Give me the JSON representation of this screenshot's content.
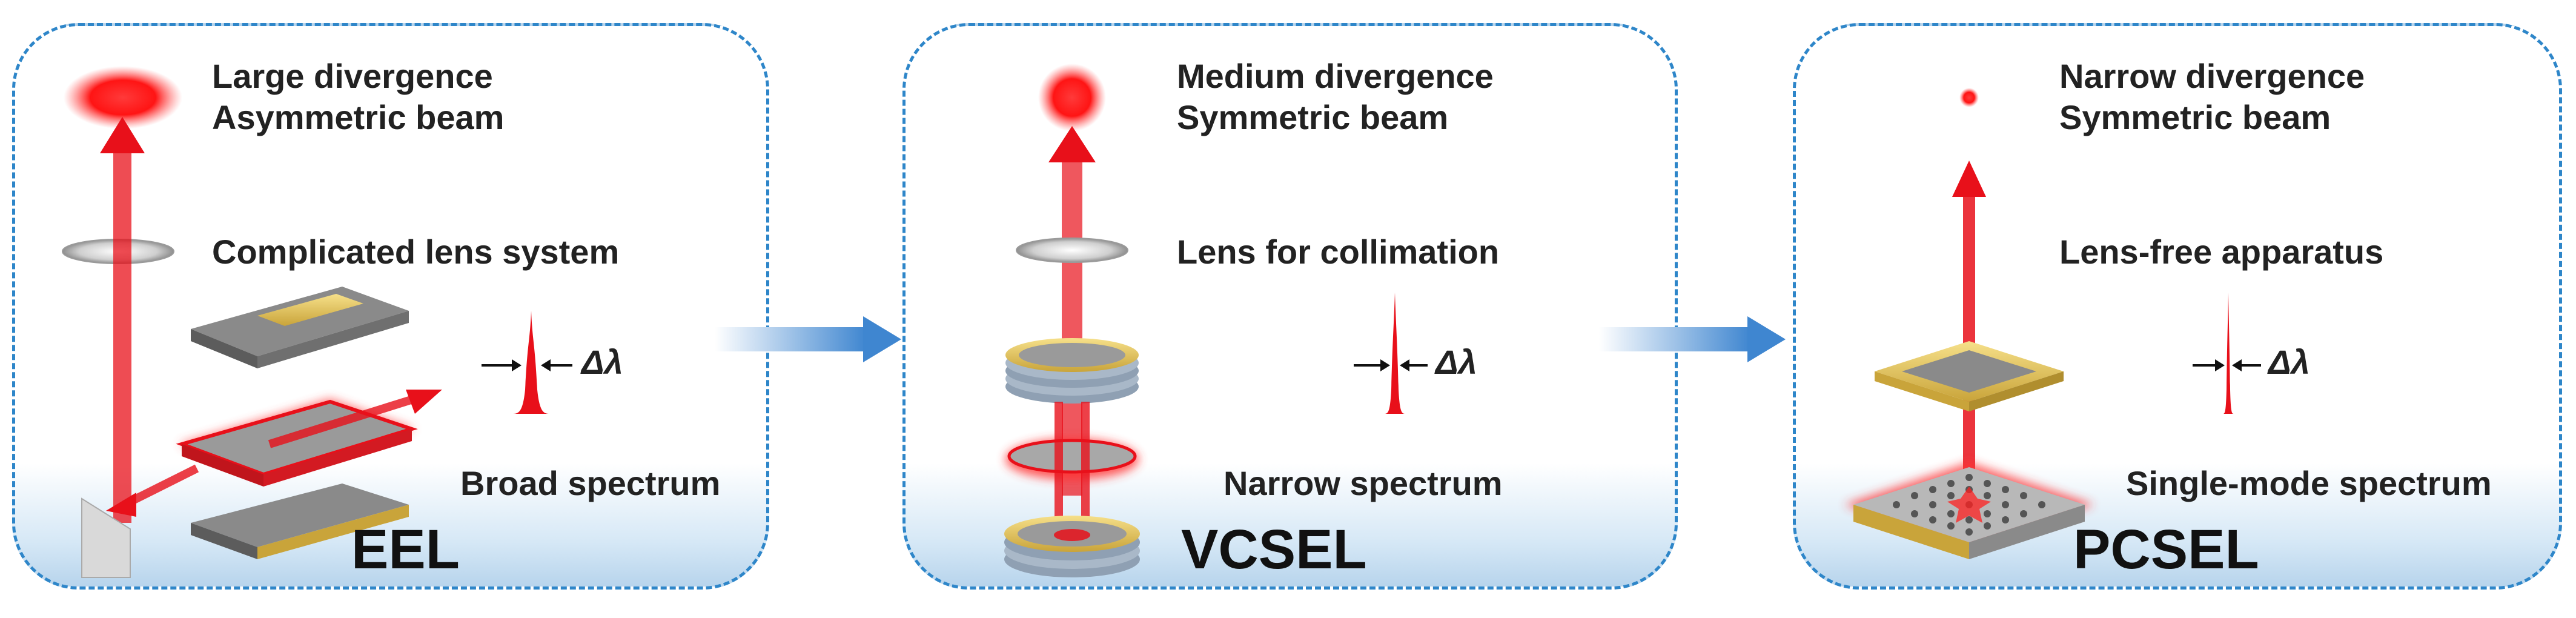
{
  "panels": [
    {
      "name": "EEL",
      "divergence": "Large divergence",
      "beam": "Asymmetric beam",
      "lens": "Complicated lens system",
      "spectrum": "Broad spectrum",
      "delta": "Δλ"
    },
    {
      "name": "VCSEL",
      "divergence": "Medium divergence",
      "beam": "Symmetric beam",
      "lens": "Lens for collimation",
      "spectrum": "Narrow spectrum",
      "delta": "Δλ"
    },
    {
      "name": "PCSEL",
      "divergence": "Narrow divergence",
      "beam": "Symmetric beam",
      "lens": "Lens-free apparatus",
      "spectrum": "Single-mode spectrum",
      "delta": "Δλ"
    }
  ],
  "colors": {
    "panel_border": "#2e86c9",
    "laser_red": "#e8101a",
    "gold": "#e2c35a",
    "gray_layer": "#8c8c8c",
    "arrow_blue": "#4a8fd4"
  }
}
